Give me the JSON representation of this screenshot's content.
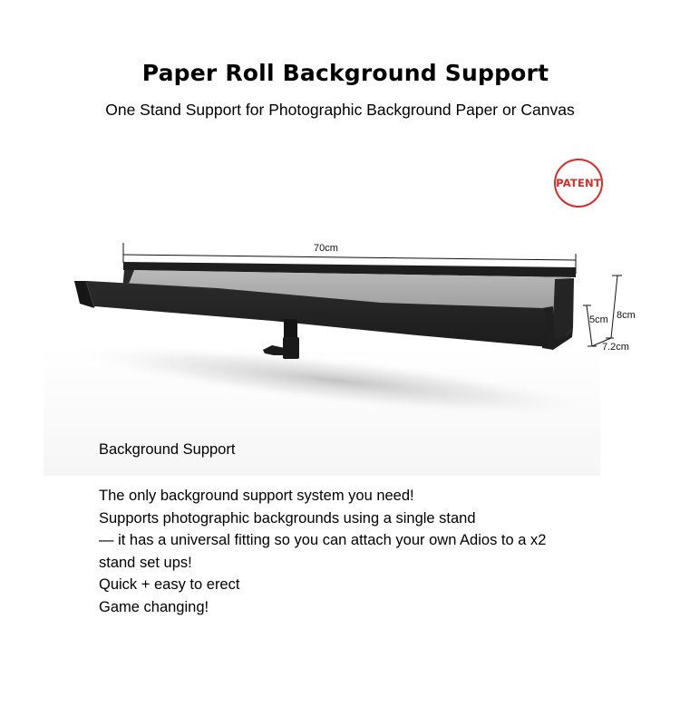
{
  "header": {
    "title": "Paper Roll Background Support",
    "subtitle": "One Stand Support for Photographic Background Paper or Canvas"
  },
  "badge": {
    "label": "PATENT",
    "color": "#d62d2a"
  },
  "product_image": {
    "description": "Black gutter-shaped paper roll support with single stand spigot",
    "dimensions": {
      "length": "70cm",
      "height": "8cm",
      "inner_depth": "5cm",
      "width": "7.2cm"
    }
  },
  "content": {
    "section_label": "Background Support",
    "lines": [
      "The only background support system you need!",
      "Supports photographic backgrounds using a single stand",
      "— it has a universal fitting so you can attach your own Adios to a x2",
      "stand set ups!",
      "Quick +  easy to erect",
      "Game changing!"
    ]
  }
}
